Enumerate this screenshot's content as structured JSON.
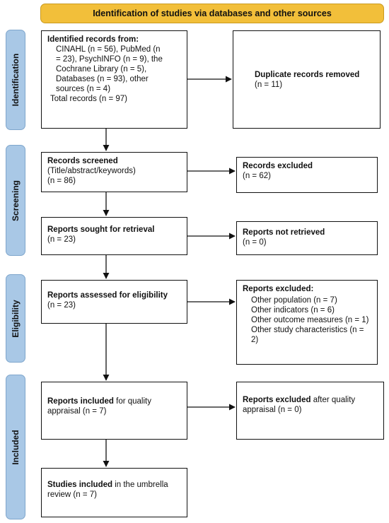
{
  "header": "Identification of studies via databases and other sources",
  "phases": {
    "identification": "Identification",
    "screening": "Screening",
    "eligibility": "Eligibility",
    "included": "Included"
  },
  "identified": {
    "title": "Identified records from:",
    "lines": [
      "CINAHL (n = 56), PubMed (n",
      "= 23), PsychINFO (n = 9), the",
      "Cochrane Library (n = 5),",
      "Databases (n = 93), other",
      "sources (n = 4)"
    ],
    "total": "Total records (n = 97)"
  },
  "duplicates": {
    "title": "Duplicate records removed",
    "count": "(n = 11)"
  },
  "screened": {
    "title": "Records screened",
    "detail": "(Title/abstract/keywords)",
    "count": "(n = 86)"
  },
  "excluded_records": {
    "title": "Records excluded",
    "count": "(n = 62)"
  },
  "sought": {
    "title": "Reports sought for retrieval",
    "count": "(n = 23)"
  },
  "not_retrieved": {
    "title": "Reports not retrieved",
    "count": "(n = 0)"
  },
  "assessed": {
    "title": "Reports assessed for eligibility",
    "count": "(n = 23)"
  },
  "reports_excluded": {
    "title": "Reports excluded:",
    "items": [
      "Other population (n = 7)",
      "Other indicators (n = 6)",
      "Other outcome measures (n = 1)",
      "Other study characteristics (n = 2)"
    ]
  },
  "included_appraisal": {
    "title": "Reports included",
    "rest": " for quality appraisal (n = 7)"
  },
  "excluded_appraisal": {
    "title": "Reports excluded",
    "rest": " after quality appraisal (n = 0)"
  },
  "studies_included": {
    "title": "Studies included",
    "rest": " in the umbrella review (n = 7)"
  }
}
